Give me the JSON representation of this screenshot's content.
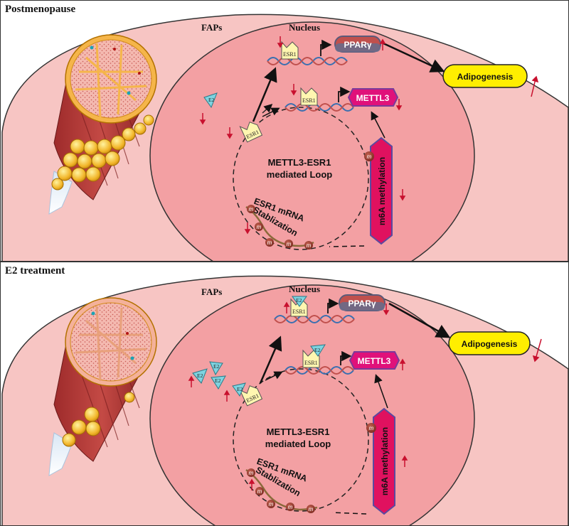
{
  "colors": {
    "cell": "#f7c5c3",
    "nucleus": "#f3a0a3",
    "arrow_red": "#c8102e",
    "pparg_fill": "#c0504d",
    "mettl3_fill": "#e0117a",
    "m6a_fill": "#e0115f",
    "adipo_fill": "#ffee00",
    "esr1_fill": "#fff6b0",
    "e2_fill": "#7fd3e0"
  },
  "icons": [
    "muscle-fiber-bundle",
    "fat-cells",
    "dna-helix",
    "esr1-receptor",
    "e2-triangle",
    "m6a-mark"
  ],
  "panels": [
    {
      "title": "Postmenopause",
      "faps": "FAPs",
      "nucleus": "Nucleus",
      "pparg": "PPARγ",
      "mettl3": "METTL3",
      "adipogenesis": "Adipogenesis",
      "esr1": "ESR1",
      "e2": "E2",
      "m6a": "m6A methylation",
      "loop_line1": "METTL3-ESR1",
      "loop_line2": "mediated Loop",
      "mrna_line1": "ESR1 mRNA",
      "mrna_line2": "Stablization",
      "m": "m"
    },
    {
      "title": "E2 treatment",
      "faps": "FAPs",
      "nucleus": "Nucleus",
      "pparg": "PPARγ",
      "mettl3": "METTL3",
      "adipogenesis": "Adipogenesis",
      "esr1": "ESR1",
      "e2": "E2",
      "m6a": "m6A methylation",
      "loop_line1": "METTL3-ESR1",
      "loop_line2": "mediated Loop",
      "mrna_line1": "ESR1 mRNA",
      "mrna_line2": "Stablization",
      "m": "m"
    }
  ]
}
